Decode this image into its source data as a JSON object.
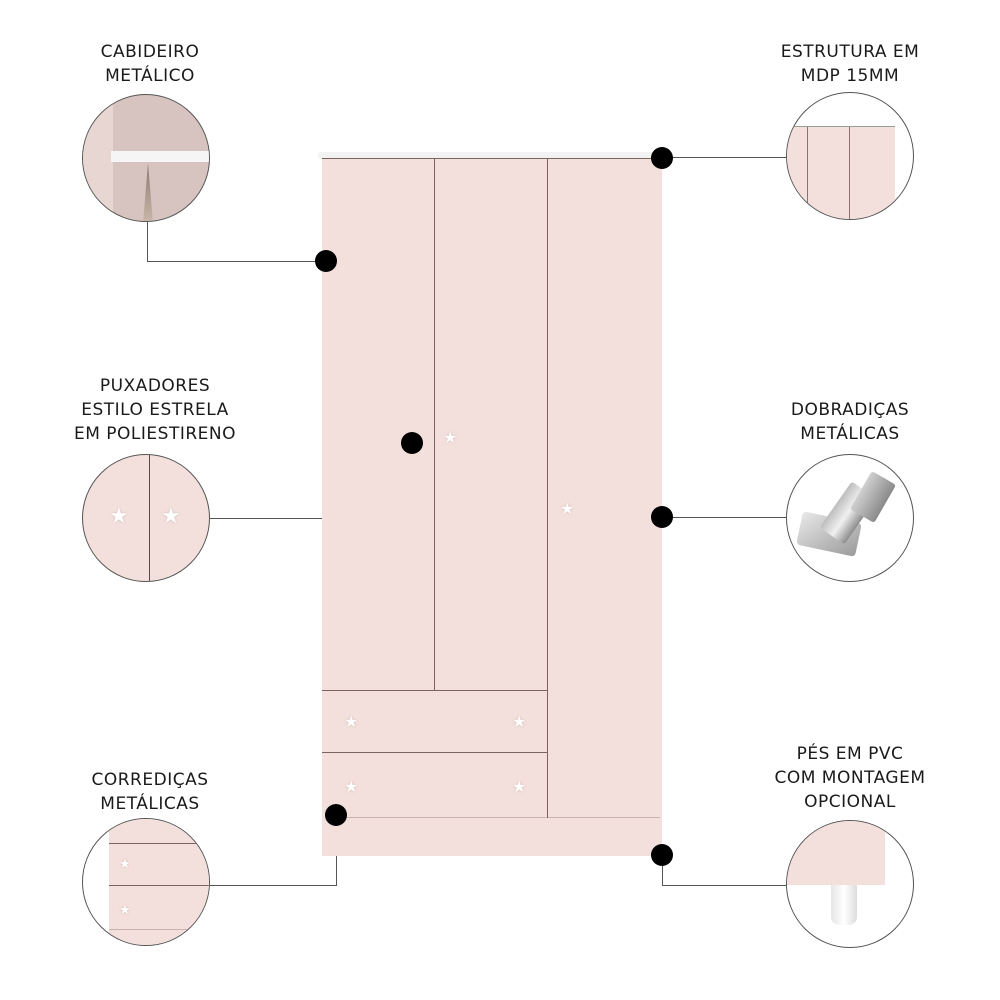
{
  "features": {
    "top_left": {
      "label": "CABIDEIRO\nMETÁLICO",
      "icon": "hanger-rail-closeup"
    },
    "top_right": {
      "label": "ESTRUTURA EM\nMDP 15MM",
      "icon": "panel-structure-closeup"
    },
    "mid_left": {
      "label": "PUXADORES\nESTILO ESTRELA\nEM POLIESTIRENO",
      "icon": "star-handles-closeup"
    },
    "mid_right": {
      "label": "DOBRADIÇAS\nMETÁLICAS",
      "icon": "hinge-closeup"
    },
    "bottom_left": {
      "label": "CORREDIÇAS\nMETÁLICAS",
      "icon": "drawer-slides-closeup"
    },
    "bottom_right": {
      "label": "PÉS EM PVC\nCOM MONTAGEM\nOPCIONAL",
      "icon": "pvc-foot-closeup"
    }
  },
  "product": {
    "name": "wardrobe",
    "color": "#f3dfdb",
    "doors": 3,
    "drawers": 2,
    "handle_glyph": "★"
  },
  "colors": {
    "line": "#555555",
    "dot": "#000000",
    "text": "#1a1a1a"
  }
}
